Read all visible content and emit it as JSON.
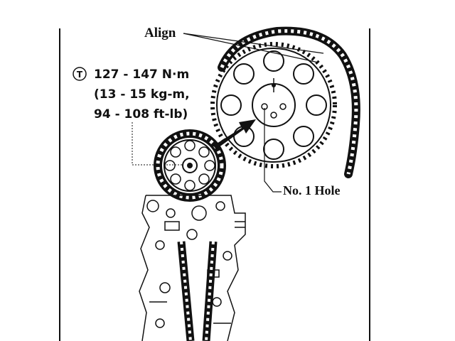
{
  "labels": {
    "align": "Align",
    "torque_symbol": "T",
    "torque_nm": "127 - 147 N·m",
    "torque_kgm": "(13 - 15 kg-m,",
    "torque_ftlb": "94 - 108 ft-lb)",
    "hole": "No. 1 Hole"
  },
  "colors": {
    "ink": "#111111",
    "paper": "#ffffff"
  }
}
